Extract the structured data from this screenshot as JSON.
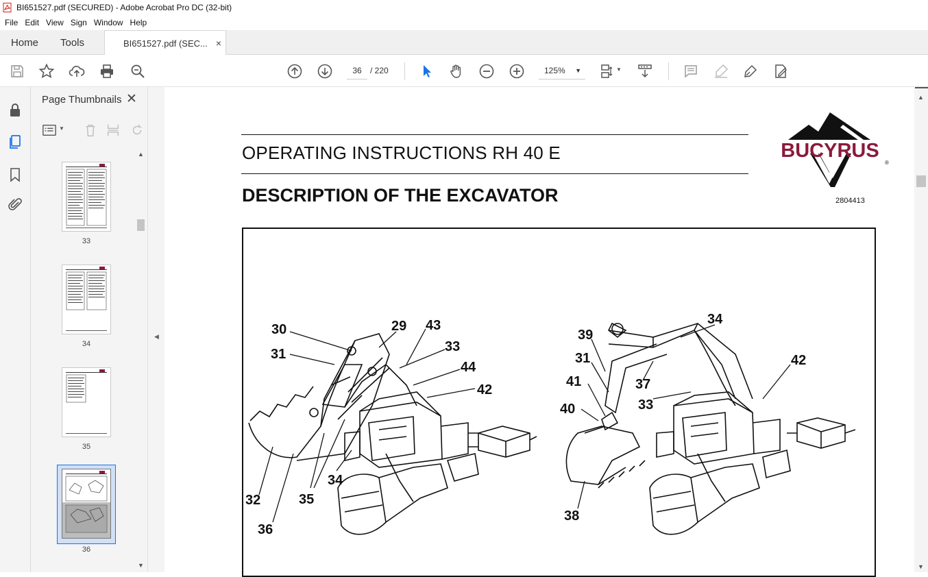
{
  "window": {
    "title": "BI651527.pdf (SECURED) - Adobe Acrobat Pro DC (32-bit)"
  },
  "menu": [
    "File",
    "Edit",
    "View",
    "Sign",
    "Window",
    "Help"
  ],
  "tabs": {
    "home": "Home",
    "tools": "Tools",
    "document": "BI651527.pdf (SEC...",
    "close": "×"
  },
  "toolbar": {
    "page_current": "36",
    "page_total": "/ 220",
    "zoom": "125%"
  },
  "thumbnails": {
    "title": "Page Thumbnails",
    "close": "✕",
    "pages": [
      "33",
      "34",
      "35",
      "36"
    ],
    "selected": "36"
  },
  "document": {
    "subtitle": "OPERATING INSTRUCTIONS RH 40 E",
    "heading": "DESCRIPTION OF THE EXCAVATOR",
    "logo_text": "BUCYRUS",
    "logo_mark": "®",
    "doc_number": "2804413",
    "figure_left_callouts": [
      "30",
      "29",
      "43",
      "31",
      "33",
      "44",
      "42",
      "32",
      "35",
      "34",
      "36"
    ],
    "figure_right_callouts": [
      "34",
      "39",
      "31",
      "42",
      "37",
      "41",
      "33",
      "40",
      "38"
    ]
  },
  "colors": {
    "logo_red": "#8b1a3a",
    "accent_blue": "#1a73e8",
    "pdf_red": "#d0221b"
  }
}
